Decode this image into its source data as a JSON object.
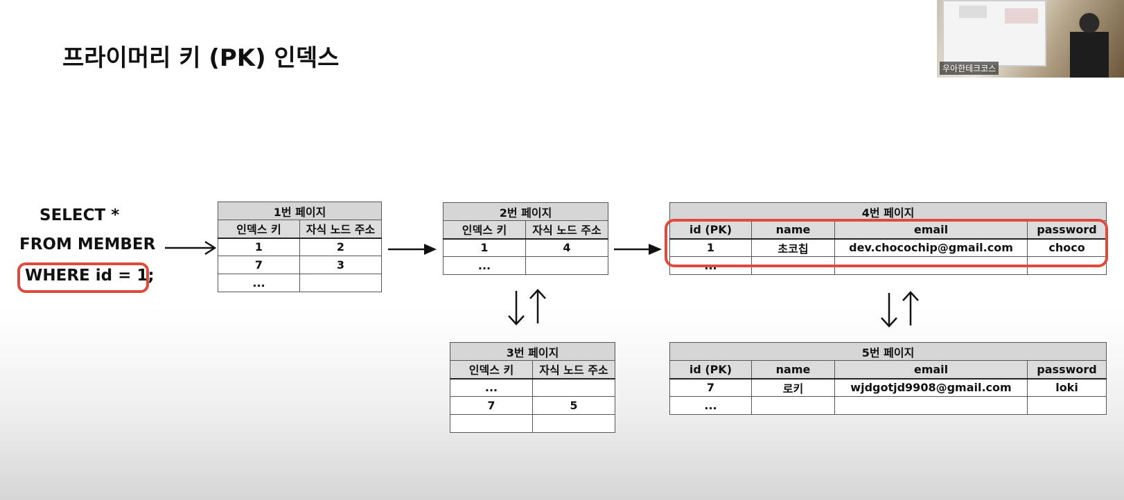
{
  "slide": {
    "title": "프라이머리 키 (PK) 인덱스"
  },
  "webcam": {
    "label": "우아한테크코스"
  },
  "query": {
    "line1": "SELECT *",
    "line2": "FROM MEMBER",
    "line3": "WHERE id = 1;"
  },
  "page1": {
    "title": "1번 페이지",
    "headers": [
      "인덱스 키",
      "자식 노드 주소"
    ],
    "rows": [
      [
        "1",
        "2"
      ],
      [
        "7",
        "3"
      ],
      [
        "...",
        ""
      ]
    ]
  },
  "page2": {
    "title": "2번 페이지",
    "headers": [
      "인덱스 키",
      "자식 노드 주소"
    ],
    "rows": [
      [
        "1",
        "4"
      ],
      [
        "...",
        ""
      ]
    ]
  },
  "page3": {
    "title": "3번 페이지",
    "headers": [
      "인덱스 키",
      "자식 노드 주소"
    ],
    "rows": [
      [
        "...",
        ""
      ],
      [
        "7",
        "5"
      ],
      [
        "",
        ""
      ]
    ]
  },
  "page4": {
    "title": "4번 페이지",
    "headers": [
      "id (PK)",
      "name",
      "email",
      "password"
    ],
    "rows": [
      [
        "1",
        "초코칩",
        "dev.chocochip@gmail.com",
        "choco"
      ],
      [
        "...",
        "",
        "",
        ""
      ]
    ]
  },
  "page5": {
    "title": "5번 페이지",
    "headers": [
      "id (PK)",
      "name",
      "email",
      "password"
    ],
    "rows": [
      [
        "7",
        "로키",
        "wjdgotjd9908@gmail.com",
        "loki"
      ],
      [
        "...",
        "",
        "",
        ""
      ]
    ]
  },
  "colors": {
    "highlight": "#e04a3c",
    "header_bg": "#d6d6d6"
  },
  "icons": [
    "arrow-right-icon",
    "arrow-down-icon",
    "arrow-up-icon"
  ]
}
